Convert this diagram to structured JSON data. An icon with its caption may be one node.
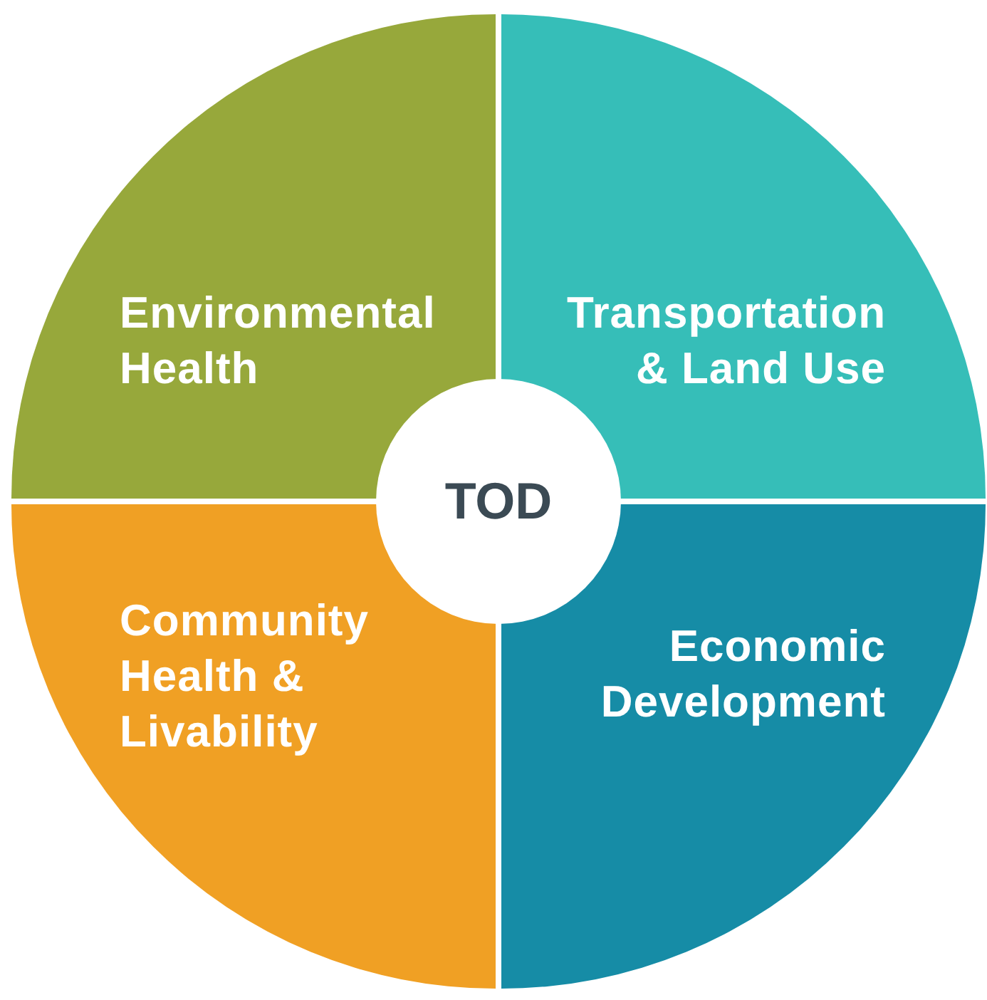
{
  "diagram": {
    "nodes": [
      {
        "text": [
          "Environmental Health"
        ]
      },
      {
        "text": [
          "Transportation & Land Use"
        ]
      },
      {
        "text": [
          "TOD"
        ]
      },
      {
        "text": [
          "Community Health & Livability"
        ]
      },
      {
        "text": [
          "Economic Development"
        ]
      }
    ]
  }
}
